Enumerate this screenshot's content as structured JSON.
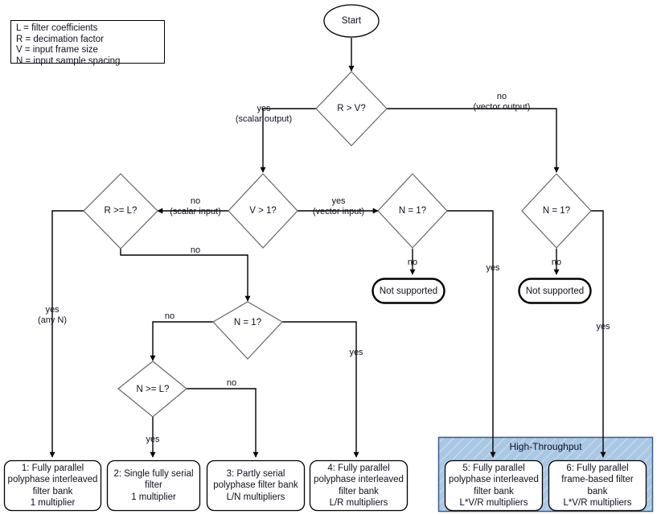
{
  "diagram": {
    "title": "Filter implementation decision flowchart",
    "legend": {
      "name": "legend",
      "lines": "L = filter coefficients\nR = decimation factor\nV = input frame size\nN = input sample spacing"
    },
    "colors": {
      "stroke": "#000000",
      "diamond_stroke": "#666666",
      "text": "#101020",
      "group_fill": "#aac8e4",
      "group_stroke": "#3b5f8a",
      "background": "#ffffff"
    },
    "nodes": {
      "start": {
        "label": "Start",
        "shape": "ellipse"
      },
      "d_r_gt_v": {
        "label": "R > V?",
        "shape": "diamond"
      },
      "d_v_gt_1": {
        "label": "V > 1?",
        "shape": "diamond"
      },
      "d_r_ge_l": {
        "label": "R >= L?",
        "shape": "diamond"
      },
      "d_n_eq_1_mid": {
        "label": "N = 1?",
        "shape": "diamond"
      },
      "d_n_eq_1_right": {
        "label": "N = 1?",
        "shape": "diamond"
      },
      "d_n_eq_1_lower": {
        "label": "N = 1?",
        "shape": "diamond"
      },
      "d_n_ge_l": {
        "label": "N >= L?",
        "shape": "diamond"
      },
      "not_supported_mid": {
        "label": "Not supported",
        "shape": "stadium"
      },
      "not_supported_right": {
        "label": "Not supported",
        "shape": "stadium"
      },
      "result1": {
        "label": "1: Fully parallel\npolyphase interleaved\nfilter bank\n1 multiplier",
        "shape": "rounded-rect"
      },
      "result2": {
        "label": "2: Single fully serial\nfilter\n1 multiplier",
        "shape": "rounded-rect"
      },
      "result3": {
        "label": "3: Partly serial\npolyphase filter bank\nL/N multipliers",
        "shape": "rounded-rect"
      },
      "result4": {
        "label": "4: Fully parallel\npolyphase interleaved\nfilter bank\nL/R multipliers",
        "shape": "rounded-rect"
      },
      "result5": {
        "label": "5: Fully parallel\npolyphase interleaved\nfilter bank\nL*V/R multipliers",
        "shape": "rounded-rect"
      },
      "result6": {
        "label": "6: Fully parallel\nframe-based filter\nbank\nL*V/R multipliers",
        "shape": "rounded-rect"
      }
    },
    "group": {
      "high_throughput_label": "High-Throughput"
    },
    "edge_labels": {
      "rv_yes": "yes\n(scalar output)",
      "rv_no": "no\n(vector output)",
      "v_no_scalar": "no\n(scalar input)",
      "v_yes_vector": "yes\n(vector input)",
      "rgel_yes_anyn": "yes\n(any N)",
      "rgel_no": "no",
      "n1mid_no": "no",
      "n1mid_yes": "yes",
      "n1right_no": "no",
      "n1right_yes": "yes",
      "n1lower_no": "no",
      "n1lower_yes": "yes",
      "ngel_yes": "yes",
      "ngel_no": "no"
    }
  }
}
